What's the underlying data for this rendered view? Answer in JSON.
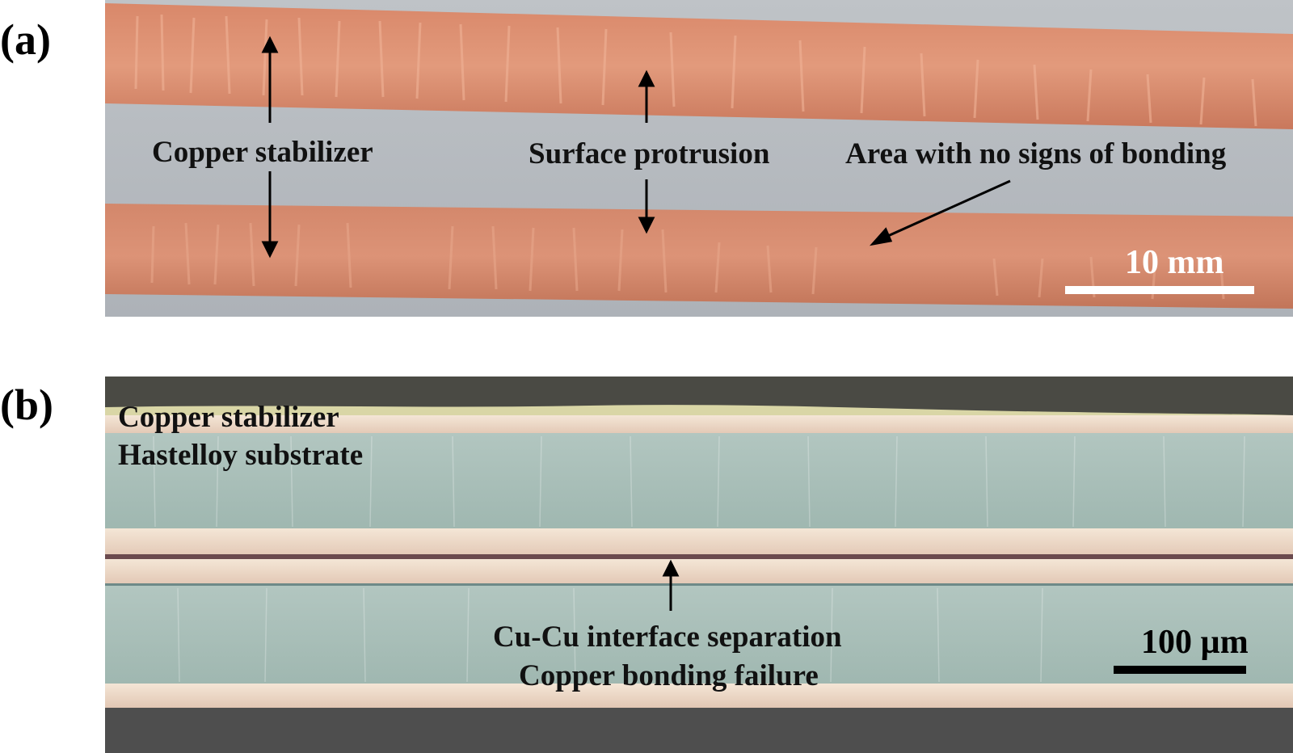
{
  "panel_a": {
    "label": "(a)",
    "annotations": {
      "copper_stabilizer": "Copper stabilizer",
      "surface_protrusion": "Surface protrusion",
      "no_bonding_area": "Area with no signs of bonding"
    },
    "scale_label": "10 mm",
    "colors": {
      "background": "#b7bcc1",
      "copper_tape": "#d6896b",
      "scale": "#ffffff"
    }
  },
  "panel_b": {
    "label": "(b)",
    "annotations": {
      "copper_stabilizer": "Copper stabilizer",
      "hastelloy_substrate": "Hastelloy substrate",
      "interface_separation": "Cu-Cu interface separation",
      "bonding_failure": "Copper bonding failure"
    },
    "scale_label": "100 µm",
    "colors": {
      "copper_layer": "#ecd6c4",
      "hastelloy": "#a8c0b9",
      "dark_edge": "#4a4a44",
      "scale": "#000000"
    }
  }
}
